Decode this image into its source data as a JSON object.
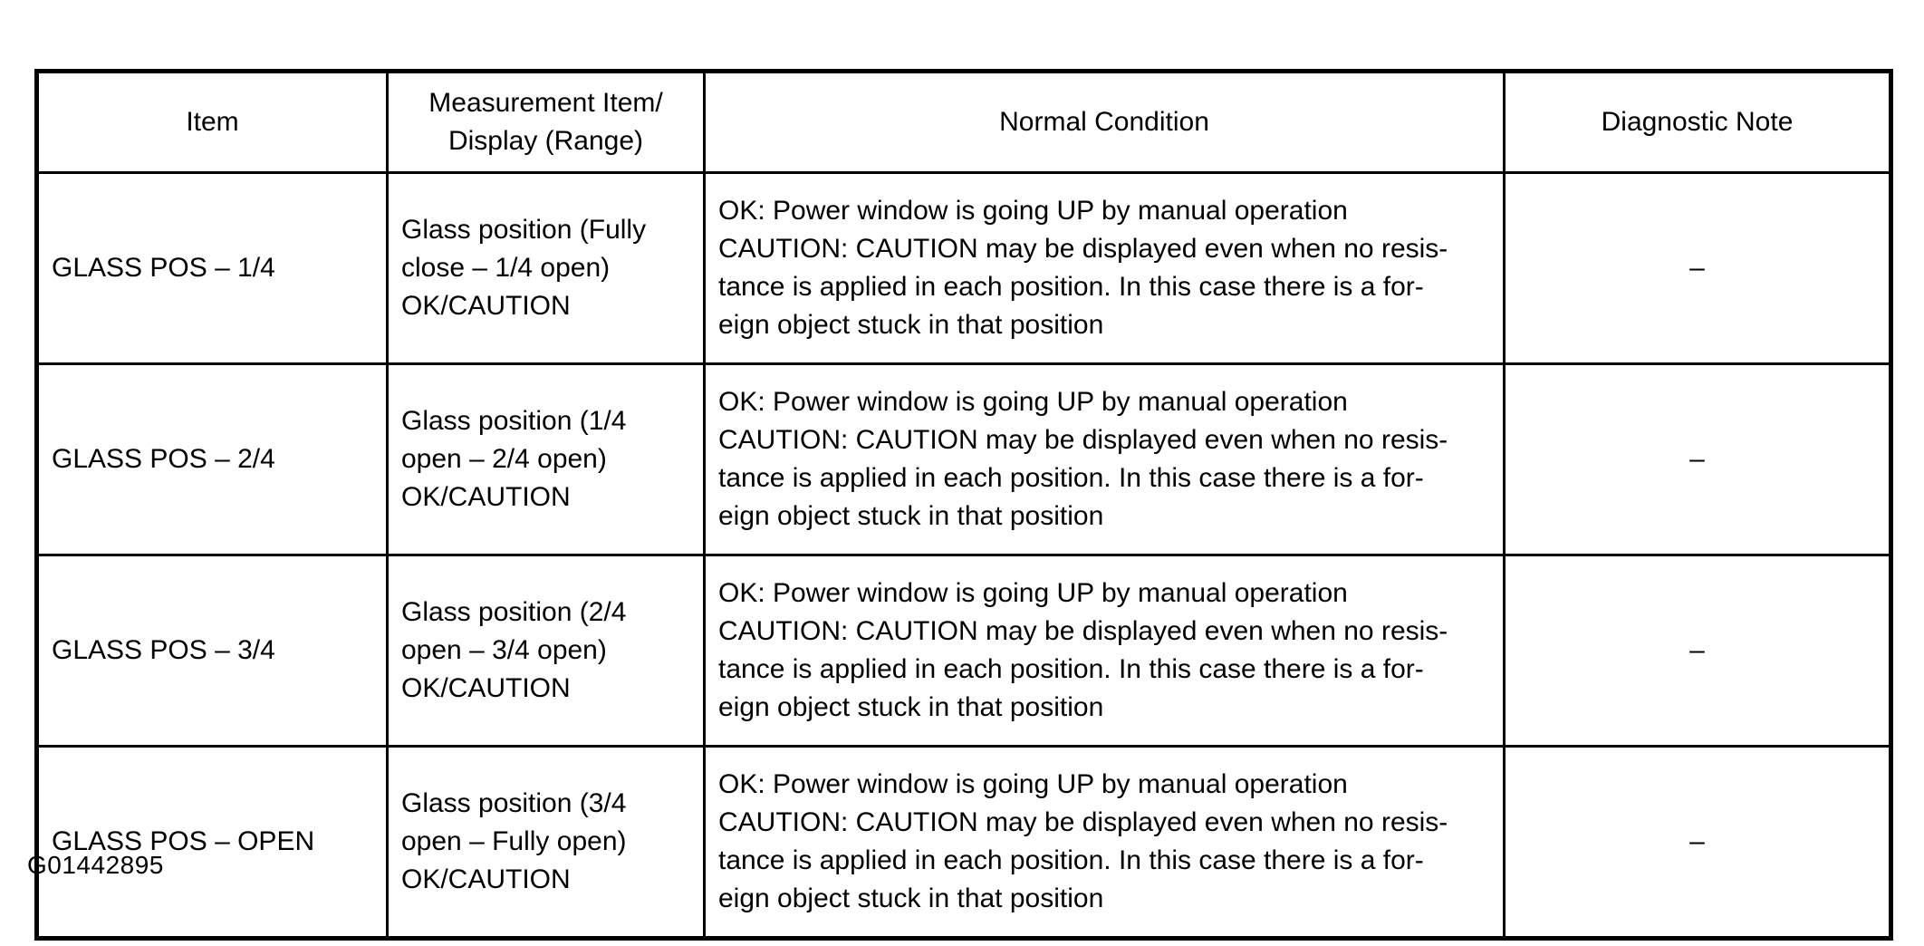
{
  "table": {
    "headers": [
      {
        "label": "Item"
      },
      {
        "line1": "Measurement Item/",
        "line2": "Display (Range)"
      },
      {
        "label": "Normal Condition"
      },
      {
        "label": "Diagnostic Note"
      }
    ],
    "rows": [
      {
        "item": "GLASS POS – 1/4",
        "measurement_line1": "Glass position (Fully",
        "measurement_line2": "close – 1/4 open)",
        "measurement_line3": "OK/CAUTION",
        "normal_line1": "OK: Power window is going UP by manual operation",
        "normal_line2": "CAUTION: CAUTION may be displayed even when no resis-",
        "normal_line3": "tance is applied in each position. In this case there is a for-",
        "normal_line4": "eign object stuck in that position",
        "note": "–"
      },
      {
        "item": "GLASS POS – 2/4",
        "measurement_line1": "Glass position (1/4",
        "measurement_line2": "open – 2/4 open)",
        "measurement_line3": "OK/CAUTION",
        "normal_line1": "OK: Power window is going UP by manual operation",
        "normal_line2": "CAUTION: CAUTION may be displayed even when no resis-",
        "normal_line3": "tance is applied in each position. In this case there is a for-",
        "normal_line4": "eign object stuck in that position",
        "note": "–"
      },
      {
        "item": "GLASS POS – 3/4",
        "measurement_line1": "Glass position (2/4",
        "measurement_line2": "open – 3/4 open)",
        "measurement_line3": "OK/CAUTION",
        "normal_line1": "OK: Power window is going UP by manual operation",
        "normal_line2": "CAUTION: CAUTION may be displayed even when no resis-",
        "normal_line3": "tance is applied in each position. In this case there is a for-",
        "normal_line4": "eign object stuck in that position",
        "note": "–"
      },
      {
        "item": "GLASS POS – OPEN",
        "measurement_line1": "Glass position (3/4",
        "measurement_line2": "open – Fully open)",
        "measurement_line3": "OK/CAUTION",
        "normal_line1": "OK: Power window is going UP by manual operation",
        "normal_line2": "CAUTION: CAUTION may be displayed even when no resis-",
        "normal_line3": "tance is applied in each position. In this case there is a for-",
        "normal_line4": "eign object stuck in that position",
        "note": "–"
      }
    ]
  },
  "figure_id": "G01442895"
}
